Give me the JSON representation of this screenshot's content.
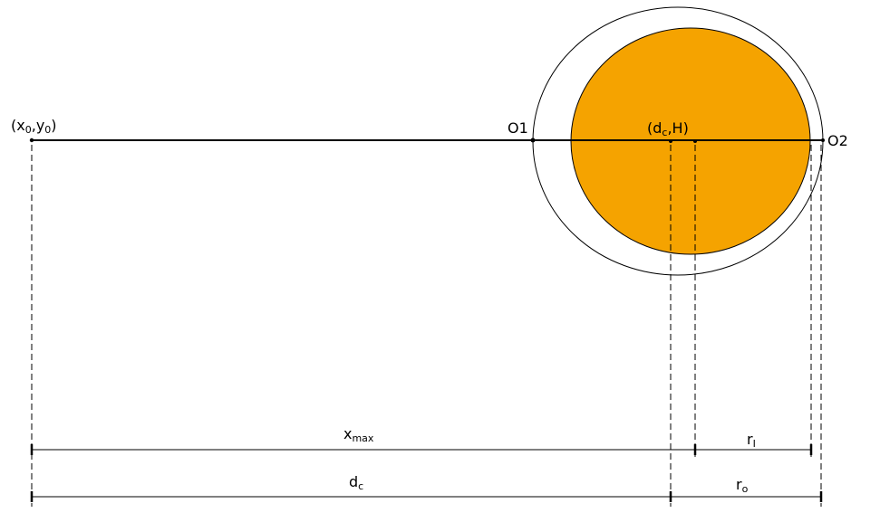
{
  "labels": {
    "origin": {
      "prefix": "(",
      "x": "x",
      "x_sub": "0",
      "sep": ",",
      "y": "y",
      "y_sub": "0",
      "suffix": ")"
    },
    "o1": "O1",
    "o2": "O2",
    "center": {
      "prefix": "(",
      "d": "d",
      "d_sub": "c",
      "rest": ",H)"
    },
    "xmax": {
      "main": "x",
      "sub": "max"
    },
    "ri": {
      "main": "r",
      "sub": "I"
    },
    "dc": {
      "main": "d",
      "sub": "c"
    },
    "ro": {
      "main": "r",
      "sub": "o"
    }
  },
  "colors": {
    "inner_fill": "#F5A300",
    "lines": "#000000",
    "background": "#FFFFFF"
  }
}
